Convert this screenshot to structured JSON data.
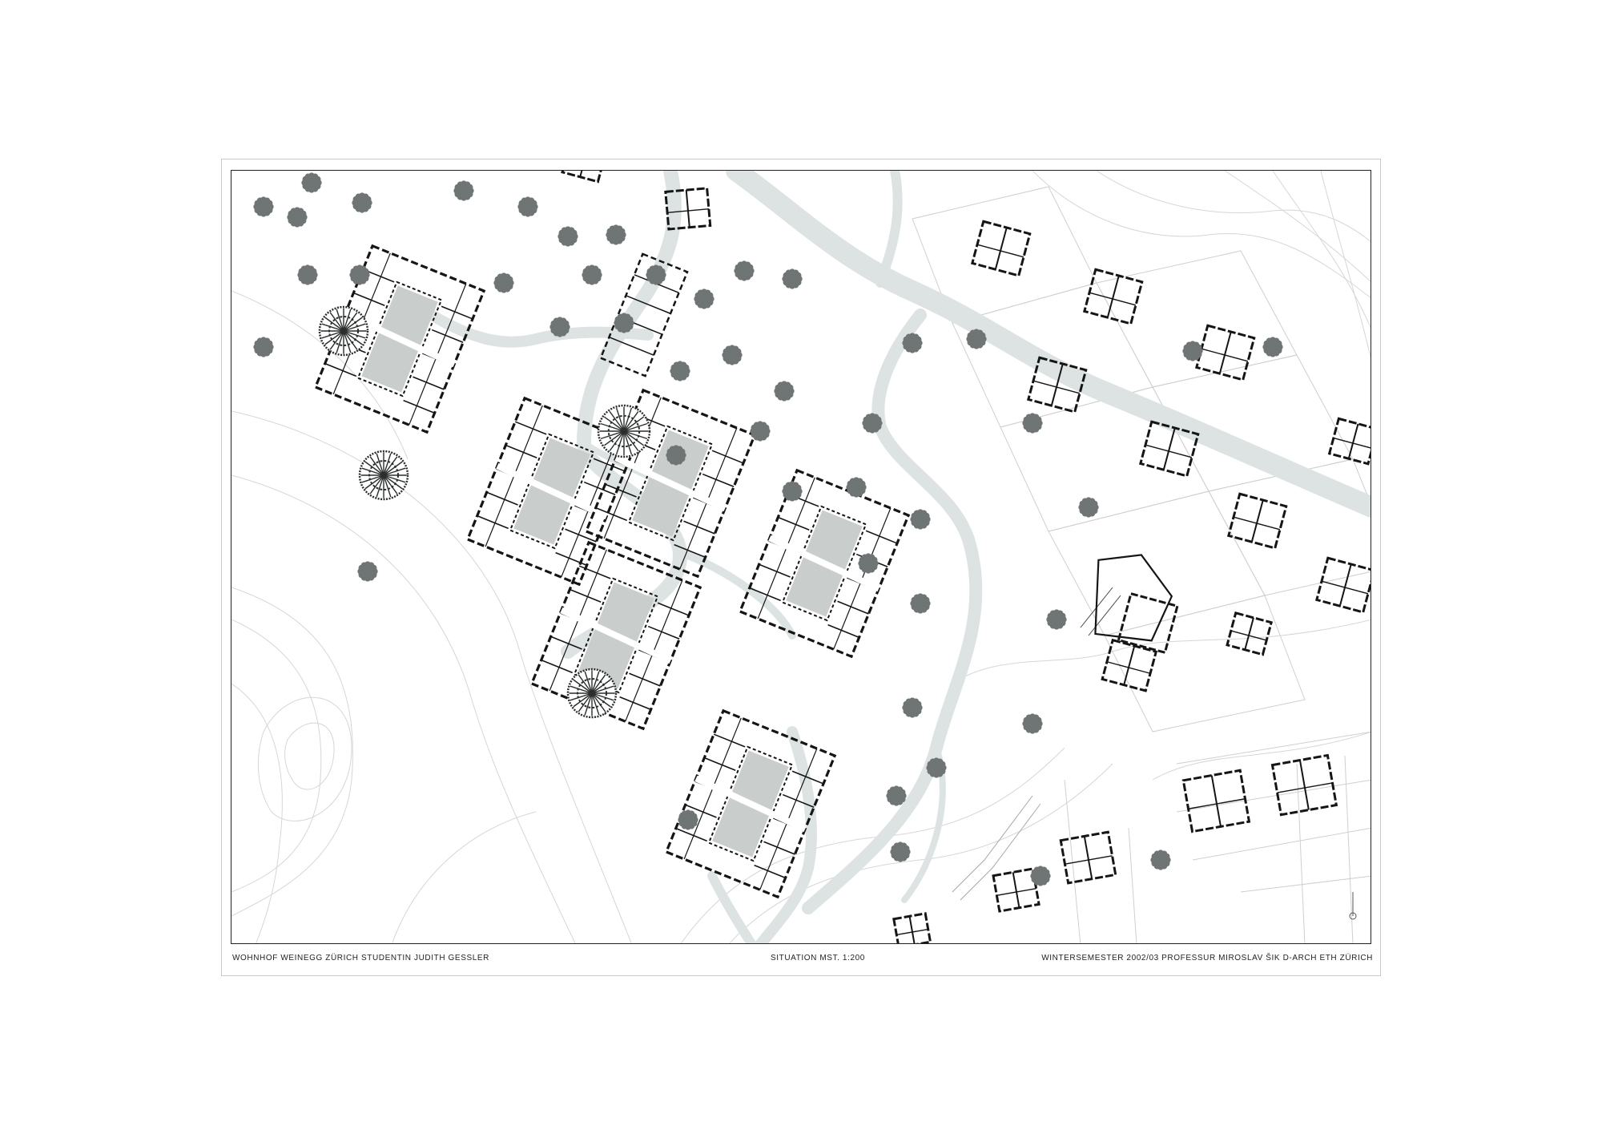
{
  "title_block": {
    "left": "WOHNHOF WEINEGG ZÜRICH   STUDENTIN JUDITH GESSLER",
    "center": "SITUATION   MST. 1:200",
    "right": "WINTERSEMESTER 2002/03  PROFESSUR MIROSLAV ŠIK  D-ARCH  ETH  ZÜRICH"
  },
  "map": {
    "colors": {
      "road": "#dde3e3",
      "courtyard": "#c9cecc",
      "tree": "#6f7474",
      "tree_dark": "#2b2e2e",
      "wall": "#151515",
      "contour": "#d6d6d6"
    },
    "icons": {
      "tree": "tree-icon",
      "large_tree": "deciduous-tree-icon",
      "north_arrow": "north-arrow-icon"
    }
  }
}
